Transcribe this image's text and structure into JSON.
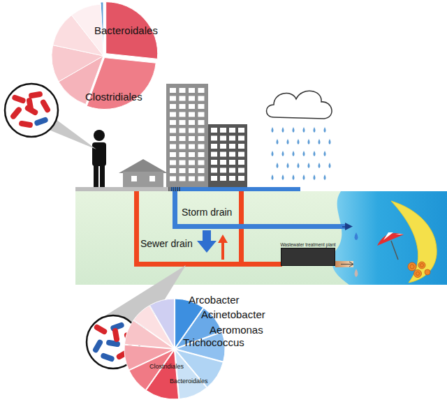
{
  "diagram": {
    "nodes": [
      {
        "text": [
          "Wastewater treatment plant"
        ]
      }
    ],
    "labels": [
      "Bacteroidales",
      "Clostridiales",
      "Storm drain",
      "Sewer drain",
      "Arcobacter",
      "Acinetobacter",
      "Aeromonas",
      "Trichococcus",
      "Clostridiales",
      "Bacteroidales"
    ]
  }
}
